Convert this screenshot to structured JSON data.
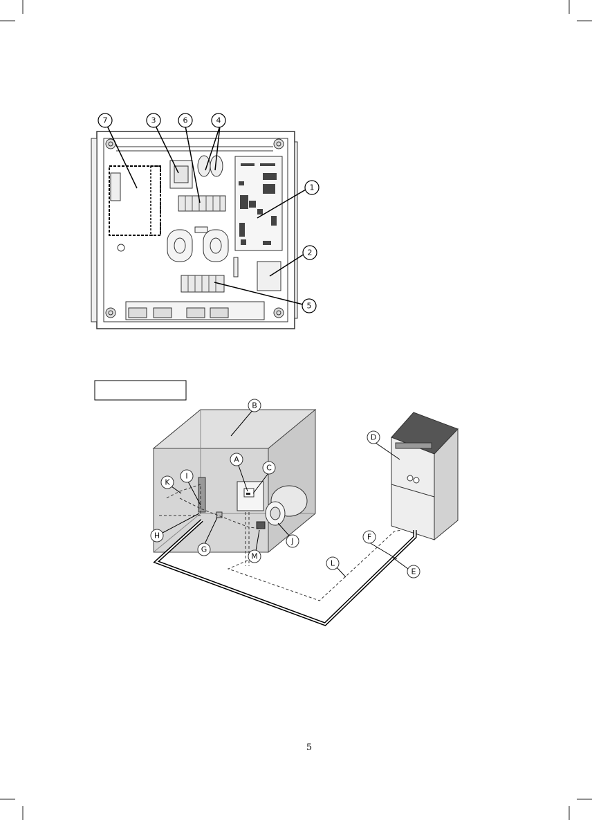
{
  "page_number": "5",
  "top_figure": {
    "callouts": [
      "7",
      "3",
      "6",
      "4",
      "1",
      "2",
      "5"
    ]
  },
  "bottom_figure": {
    "boxed_caption": "",
    "callouts": [
      "A",
      "B",
      "C",
      "D",
      "E",
      "F",
      "G",
      "H",
      "I",
      "J",
      "K",
      "L",
      "M"
    ]
  }
}
